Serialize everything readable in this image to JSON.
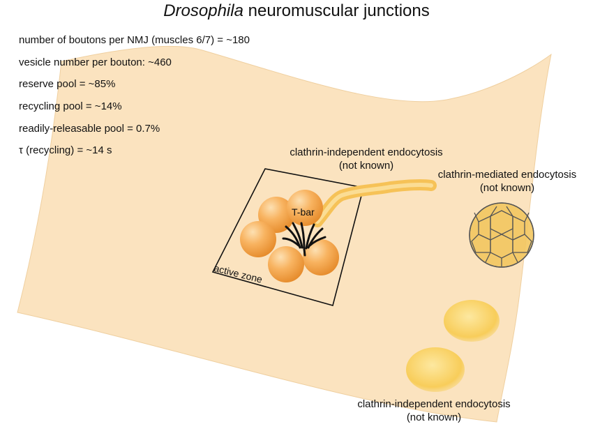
{
  "title": {
    "italic_part": "Drosophila",
    "rest": " neuromuscular junctions"
  },
  "stats": [
    "number of boutons per NMJ (muscles 6/7) = ~180",
    "vesicle number per bouton: ~460",
    "reserve pool = ~85%",
    "recycling pool = ~14%",
    "readily-releasable pool = 0.7%",
    "τ (recycling) = ~14 s"
  ],
  "labels": {
    "clathrin_independent_top": [
      "clathrin-independent endocytosis",
      "(not known)"
    ],
    "clathrin_mediated": [
      "clathrin-mediated endocytosis",
      "(not known)"
    ],
    "clathrin_independent_bottom": [
      "clathrin-independent endocytosis",
      "(not known)"
    ],
    "t_bar": "T-bar",
    "active_zone": "active zone"
  },
  "colors": {
    "membrane": "#fbe3bf",
    "vesicle": "#f5a54a",
    "membrane_tube": "#f9c96a",
    "clathrin_cage": "#f3c760",
    "outline": "#222222"
  }
}
